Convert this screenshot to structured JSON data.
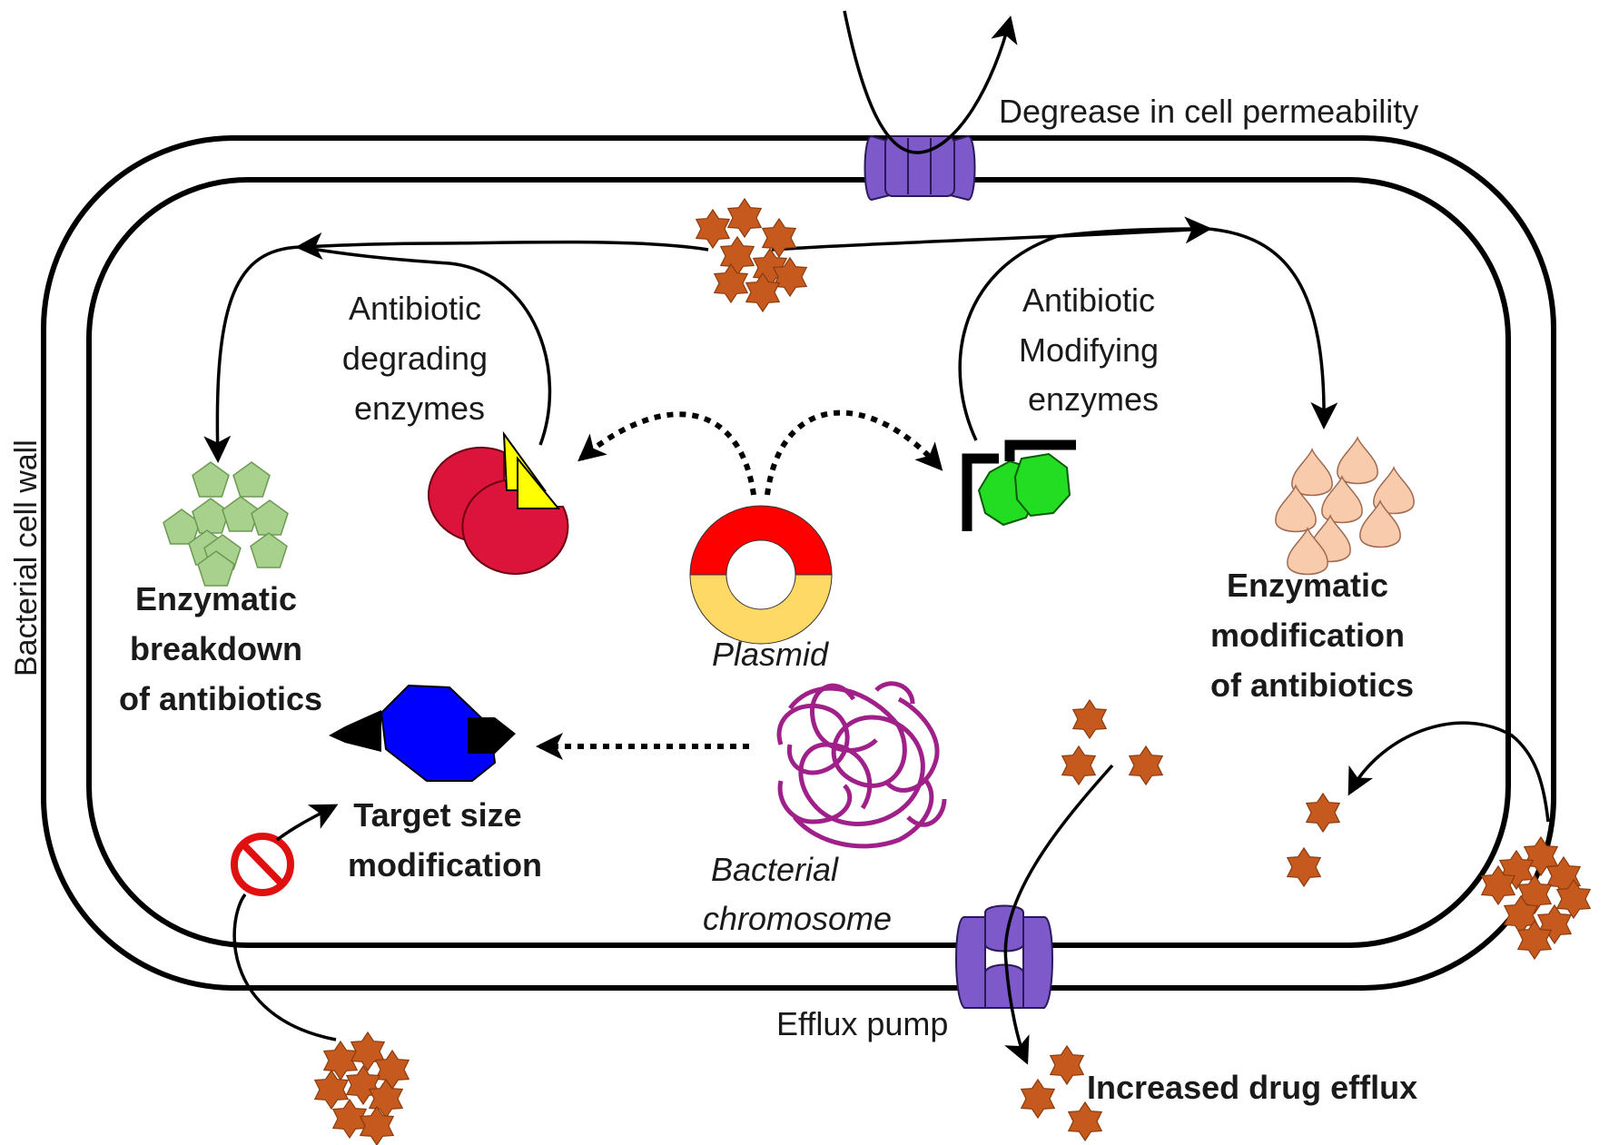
{
  "labels": {
    "permeability": "Degrease in cell permeability",
    "cell_wall": "Bacterial cell wall",
    "degrading_enzymes": [
      "Antibiotic",
      "degrading",
      "enzymes"
    ],
    "modifying_enzymes": [
      "Antibiotic",
      "Modifying",
      "enzymes"
    ],
    "breakdown": [
      "Enzymatic",
      "breakdown",
      "of antibiotics"
    ],
    "modification": [
      "Enzymatic",
      "modification",
      "of antibiotics"
    ],
    "plasmid": "Plasmid",
    "target": [
      "Target size",
      "modification"
    ],
    "chromosome": [
      "Bacterial",
      "chromosome"
    ],
    "efflux_pump": "Efflux pump",
    "drug_efflux": "Increased drug efflux"
  },
  "colors": {
    "antibiotic": "#c65a1e",
    "porin": "#7d59c9",
    "degrading_enzyme": "#dc143c",
    "enzyme_insert": "#ffff00",
    "modifying_enzyme": "#22dd22",
    "broken_pentagon": "#a9d18e",
    "modified_drop": "#f8cbad",
    "plasmid_red": "#ff0000",
    "plasmid_yellow": "#ffd966",
    "target": "#0000ff",
    "chromosome": "#a0208a",
    "no_sign": "#e01010"
  }
}
